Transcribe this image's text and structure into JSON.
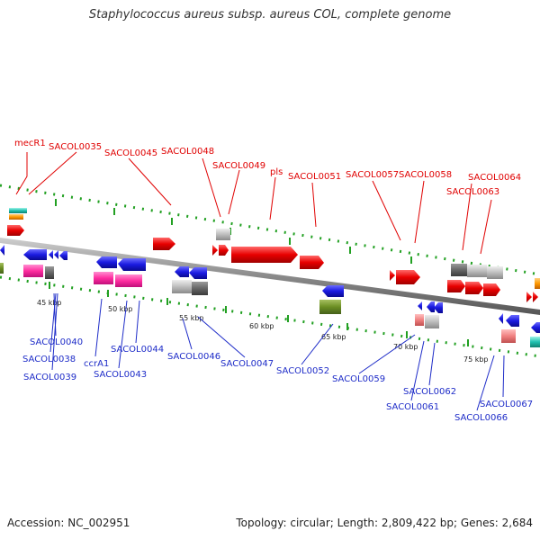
{
  "title": "Staphylococcus aureus subsp. aureus COL, complete genome",
  "footer": {
    "accession": "Accession: NC_002951",
    "stats": "Topology: circular; Length: 2,809,422 bp; Genes: 2,684"
  },
  "colors": {
    "forward_cds": "#e80000",
    "reverse_cds": "#1a1ae0",
    "rna": "#ff2da0",
    "pseudo": "#b8b8b8",
    "olive": "#6b8e23",
    "backbone": "#8a8a8a",
    "tick": "#22a022",
    "label_forward": "#e00000",
    "label_reverse": "#1e2cc8"
  },
  "scale_ticks": [
    "45 kbp",
    "50 kbp",
    "55 kbp",
    "60 kbp",
    "65 kbp",
    "70 kbp",
    "75 kbp"
  ],
  "forward_labels": [
    "mecR1",
    "SACOL0035",
    "SACOL0045",
    "SACOL0048",
    "SACOL0049",
    "pls",
    "SACOL0051",
    "SACOL0057",
    "SACOL0058",
    "SACOL0064",
    "SACOL0063"
  ],
  "reverse_labels": [
    "SACOL0040",
    "SACOL0038",
    "SACOL0039",
    "ccrA1",
    "SACOL0044",
    "SACOL0043",
    "SACOL0046",
    "SACOL0047",
    "SACOL0052",
    "SACOL0059",
    "SACOL0062",
    "SACOL0061",
    "SACOL0067",
    "SACOL0066"
  ]
}
